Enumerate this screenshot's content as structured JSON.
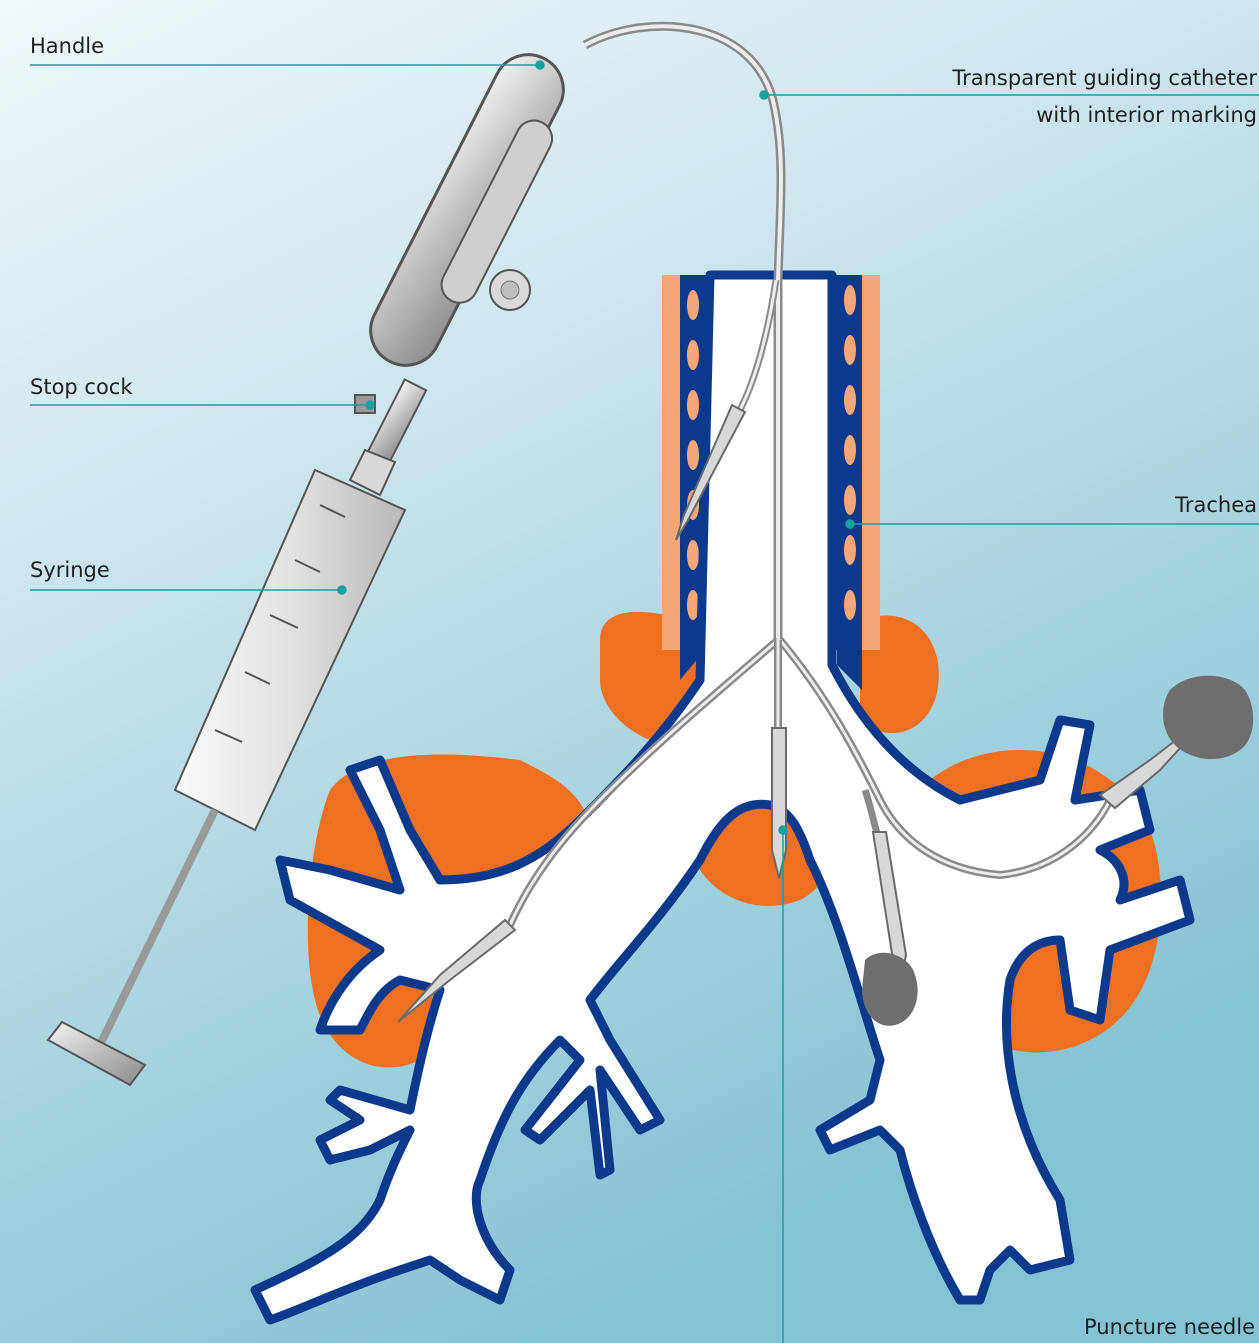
{
  "labels": {
    "handle": "Handle",
    "stop_cock": "Stop cock",
    "syringe": "Syringe",
    "catheter_line1": "Transparent guiding catheter",
    "catheter_line2": "with interior marking",
    "trachea": "Trachea",
    "puncture_needle": "Puncture needle"
  },
  "colors": {
    "background_top": "#e9f4f8",
    "background_bottom": "#8ac7d6",
    "airway_outline": "#0b3a8c",
    "airway_fill": "#ffffff",
    "cartilage": "#f5a77a",
    "lymph_node": "#f07022",
    "leader_line": "#1a9ea0",
    "lesion": "#6e6e6e",
    "instrument": "#b5b5b5"
  }
}
